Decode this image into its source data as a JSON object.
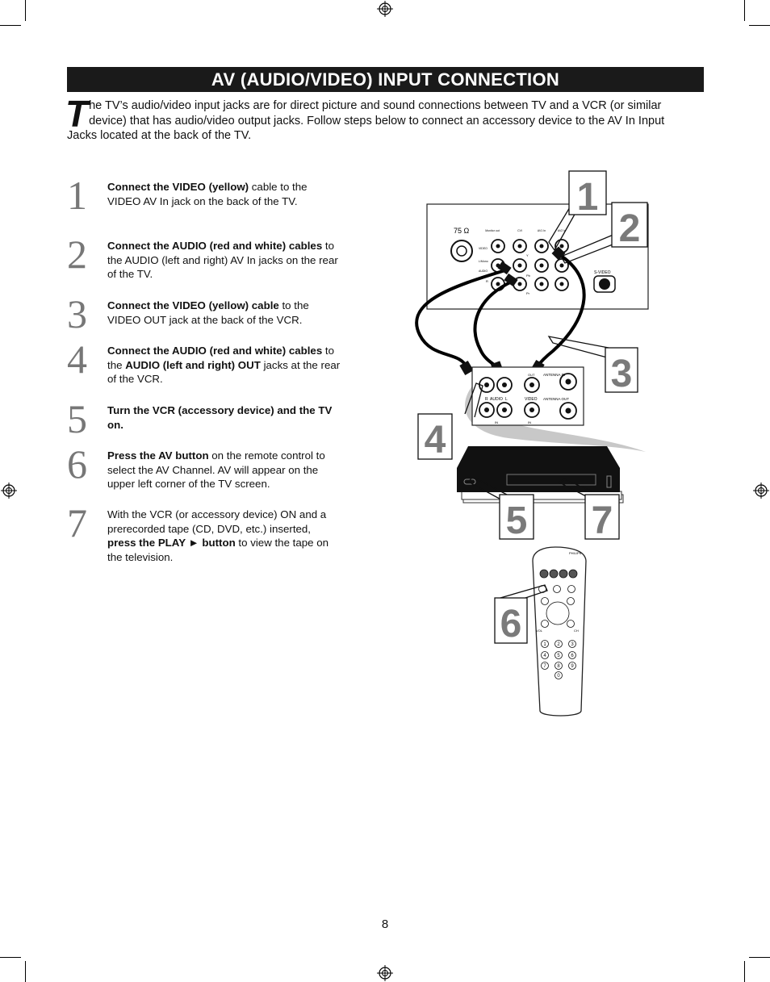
{
  "page_title": "AV (AUDIO/VIDEO) INPUT CONNECTION",
  "intro": {
    "dropcap": "T",
    "text": "he TV’s audio/video input jacks are for direct picture and sound connections between TV and a VCR (or similar device) that has audio/video output jacks.  Follow steps below to connect an accessory device to the AV In Input Jacks located at the back of the TV."
  },
  "steps": [
    {
      "number": "1",
      "bold": "Connect the VIDEO (yellow)",
      "after": " cable to the VIDEO AV In jack on the back of the TV."
    },
    {
      "number": "2",
      "bold": "Connect the AUDIO (red and white) cables",
      "after": " to the AUDIO (left and right) AV In jacks on the rear of the TV."
    },
    {
      "number": "3",
      "bold": "Connect the VIDEO (yellow) cable",
      "after": " to the VIDEO OUT jack at the back of the VCR."
    },
    {
      "number": "4",
      "bold": "Connect the AUDIO (red and white) cables",
      "after": " to the ",
      "bold2": "AUDIO (left and right) OUT",
      "after2": " jacks at the rear of the VCR."
    },
    {
      "number": "5",
      "bold": "Turn the VCR (accessory device) and the TV on.",
      "after": ""
    },
    {
      "number": "6",
      "bold": "Press the AV button",
      "after": " on the remote control to select the AV Channel.  AV will appear on the upper left corner of the TV screen."
    },
    {
      "number": "7",
      "before": "With the VCR (or accessory device) ON and a prerecorded tape (CD, DVD, etc.) inserted, ",
      "bold": "press the PLAY ► button",
      "after": " to view the tape on the television."
    }
  ],
  "diagram": {
    "callouts": [
      "1",
      "2",
      "3",
      "4",
      "5",
      "7",
      "6"
    ],
    "tv_panel": {
      "antenna": "75 Ω",
      "headers": [
        "Monitor out",
        "CVI",
        "AV1 In",
        "AV2 In"
      ],
      "row_labels": [
        "VIDEO",
        "L/Mono",
        "AUDIO"
      ],
      "svideo": "S-VIDEO",
      "y": "Y",
      "pb": "Pb",
      "pr": "Pr",
      "r": "R"
    },
    "vcr_panel": {
      "audio": "AUDIO",
      "left": "L",
      "right": "R",
      "video": "VIDEO",
      "antenna_in": "ANTENNA IN",
      "antenna_out": "ANTENNA OUT",
      "in": "IN",
      "out": "OUT"
    },
    "remote": {
      "brand": "PHILIPS",
      "vol": "VOL",
      "ch": "CH",
      "keys": [
        "1",
        "2",
        "3",
        "4",
        "5",
        "6",
        "7",
        "8",
        "9",
        "0"
      ]
    }
  },
  "page_number": "8"
}
